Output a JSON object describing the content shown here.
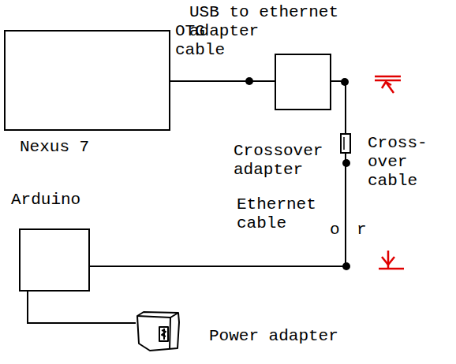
{
  "diagram": {
    "nodes": [
      {
        "text": [
          "Nexus 7"
        ]
      },
      {
        "text": [
          "USB to ethernet adapter"
        ]
      },
      {
        "text": [
          "Arduino"
        ]
      },
      {
        "text": [
          "Power adapter"
        ]
      }
    ],
    "edges": [
      {
        "from": 0,
        "to": 1,
        "arrow": "none"
      },
      {
        "from": 1,
        "to": 2,
        "arrow": "none"
      },
      {
        "from": 2,
        "to": 3,
        "arrow": "none"
      }
    ],
    "labels": [
      "OTG cable",
      "Crossover adapter",
      "Cross- over cable",
      "Ethernet cable",
      "o",
      "r"
    ]
  }
}
